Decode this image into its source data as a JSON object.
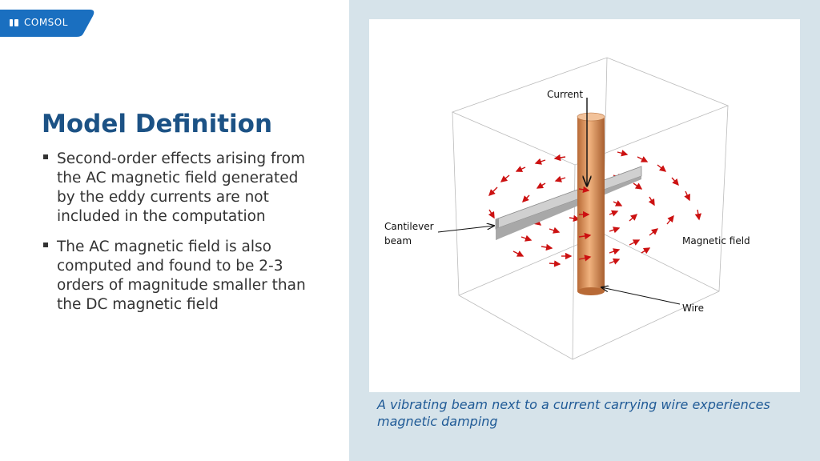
{
  "brand": {
    "logo_text": "COMSOL",
    "accent": "#1a6fc0"
  },
  "slide": {
    "title": "Model Definition",
    "bullets": [
      "Second-order effects arising from the AC magnetic field generated by the eddy currents are not included in the computation",
      "The AC magnetic field is also computed and found to be 2-3 orders of magnitude smaller than the DC magnetic field"
    ]
  },
  "figure": {
    "labels": {
      "current": "Current",
      "cantilever": "Cantilever",
      "beam": "beam",
      "magnetic_field": "Magnetic field",
      "wire": "Wire"
    },
    "caption": "A vibrating beam next to a current carrying wire experiences magnetic damping"
  },
  "colors": {
    "title": "#1c5285",
    "panel": "#d6e3ea",
    "wire": "#d9955c",
    "arrows": "#cc1111",
    "caption": "#1f5a96"
  }
}
